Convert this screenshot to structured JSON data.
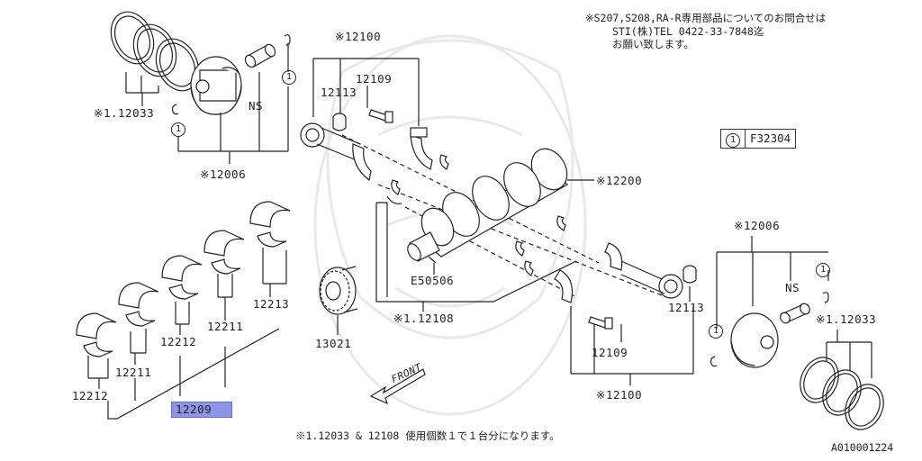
{
  "notes": {
    "header_line1": "※S207,S208,RA-R専用部品についてのお問合せは",
    "header_line2": "STI(株)TEL 0422-33-7848迄",
    "header_line3": "お願い致します。",
    "footer": "※1.12033 & 12108 使用個数１で１台分になります。",
    "diagram_code": "A010001224"
  },
  "figure_ref": {
    "mark": "1",
    "code": "F32304"
  },
  "callouts": {
    "piston_set_left": "※12006",
    "rings_left": "※1.12033",
    "ns_left": "NS",
    "circ_left_top": "1",
    "circ_left_bottom": "1",
    "conrod_top": "※12100",
    "bolt_top": "12109",
    "bush_top": "12113",
    "crankshaft": "※12200",
    "key": "E50506",
    "bearing_set": "※1.12108",
    "sprocket": "13021",
    "bearing_12213": "12213",
    "bearing_12211_a": "12211",
    "bearing_12212_a": "12212",
    "bearing_12211_b": "12211",
    "bearing_12212_b": "12212",
    "bearing_12209": "12209",
    "piston_set_right": "※12006",
    "ns_right": "NS",
    "circ_right_top": "1",
    "circ_right_bottom": "1",
    "rings_right": "※1.12033",
    "bush_bottom": "12113",
    "bolt_bottom": "12109",
    "conrod_bottom": "※12100",
    "front": "FRONT"
  }
}
